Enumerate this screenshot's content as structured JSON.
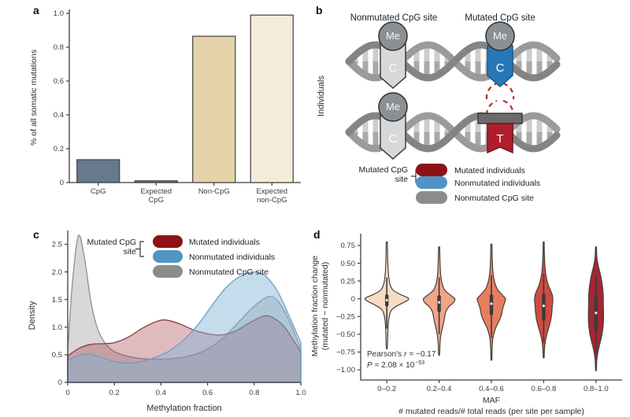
{
  "panels": {
    "a": "a",
    "b": "b",
    "c": "c",
    "d": "d"
  },
  "legend": {
    "bracket_line1": "Mutated CpG",
    "bracket_line2": "site",
    "items": [
      {
        "label": "Mutated individuals",
        "color": "#8e1118"
      },
      {
        "label": "Nonmutated individuals",
        "color": "#4f94c4"
      },
      {
        "label": "Nonmutated CpG site",
        "color": "#8c8c8c"
      }
    ]
  },
  "panel_b": {
    "side_label": "Individuals",
    "nonmutated_title": "Nonmutated CpG site",
    "mutated_title": "Mutated CpG site",
    "me": "Me",
    "c": "C",
    "t": "T",
    "colors": {
      "me_circle": "#8b9095",
      "tag_gray": "#d8d8d8",
      "tag_blue": "#2878b8",
      "t_red": "#b01e2c",
      "cap_gray": "#6b6b6b",
      "dashed_red": "#ad2a32",
      "strand_a": "#9b9b9b",
      "strand_b": "#848484",
      "rung_light": "#cdcdcd",
      "rung_dark": "#a9a9a9"
    }
  },
  "chart_data": [
    {
      "id": "a",
      "type": "bar",
      "ylabel": "% of all somatic mutations",
      "ylim": [
        0,
        1.0
      ],
      "yticks": [
        0,
        0.2,
        0.4,
        0.6,
        0.8,
        1.0
      ],
      "ytick_labels": [
        "0",
        "0.2",
        "0.4",
        "0.6",
        "0.8",
        "1.0"
      ],
      "categories": [
        "CpG",
        "Expected CpG",
        "Non-CpG",
        "Expected non-CpG"
      ],
      "category_label_lines": [
        [
          "CpG"
        ],
        [
          "Expected",
          "CpG"
        ],
        [
          "Non-CpG"
        ],
        [
          "Expected",
          "non-CpG"
        ]
      ],
      "values": [
        0.135,
        0.01,
        0.865,
        0.99
      ],
      "bar_colors": [
        "#68798e",
        "#68798e",
        "#e5d4a9",
        "#f4ecda"
      ],
      "bar_stroke": "#3f3f3f"
    },
    {
      "id": "c",
      "type": "area",
      "xlabel": "Methylation fraction",
      "ylabel": "Density",
      "xlim": [
        0,
        1.0
      ],
      "ylim": [
        0,
        2.75
      ],
      "xticks": [
        0,
        0.2,
        0.4,
        0.6,
        0.8,
        1.0
      ],
      "xtick_labels": [
        "0",
        "0.2",
        "0.4",
        "0.6",
        "0.8",
        "1.0"
      ],
      "yticks": [
        0,
        0.5,
        1.0,
        1.5,
        2.0,
        2.5
      ],
      "ytick_labels": [
        "0",
        "0.5",
        "1.0",
        "1.5",
        "2.0",
        "2.5"
      ],
      "series": [
        {
          "name": "Nonmutated CpG site",
          "stroke": "#8f8f8f",
          "fill": "#a8a8a8",
          "fill_opacity": 0.45,
          "points": [
            [
              0,
              0.55
            ],
            [
              0.02,
              1.8
            ],
            [
              0.045,
              2.65
            ],
            [
              0.07,
              2.3
            ],
            [
              0.1,
              1.45
            ],
            [
              0.13,
              0.95
            ],
            [
              0.17,
              0.66
            ],
            [
              0.22,
              0.52
            ],
            [
              0.3,
              0.44
            ],
            [
              0.4,
              0.42
            ],
            [
              0.5,
              0.46
            ],
            [
              0.58,
              0.56
            ],
            [
              0.66,
              0.78
            ],
            [
              0.74,
              1.12
            ],
            [
              0.8,
              1.38
            ],
            [
              0.86,
              1.55
            ],
            [
              0.9,
              1.48
            ],
            [
              0.95,
              1.12
            ],
            [
              1.0,
              0.6
            ]
          ]
        },
        {
          "name": "Mutated individuals",
          "stroke": "#8c3a42",
          "fill": "#9e2b35",
          "fill_opacity": 0.32,
          "points": [
            [
              0,
              0.48
            ],
            [
              0.05,
              0.62
            ],
            [
              0.1,
              0.69
            ],
            [
              0.15,
              0.7
            ],
            [
              0.2,
              0.72
            ],
            [
              0.26,
              0.82
            ],
            [
              0.32,
              0.98
            ],
            [
              0.38,
              1.1
            ],
            [
              0.42,
              1.13
            ],
            [
              0.48,
              1.06
            ],
            [
              0.54,
              0.95
            ],
            [
              0.6,
              0.88
            ],
            [
              0.66,
              0.86
            ],
            [
              0.72,
              0.93
            ],
            [
              0.78,
              1.08
            ],
            [
              0.84,
              1.2
            ],
            [
              0.88,
              1.17
            ],
            [
              0.93,
              1.0
            ],
            [
              1.0,
              0.55
            ]
          ]
        },
        {
          "name": "Nonmutated individuals",
          "stroke": "#6f9fc2",
          "fill": "#7fb2d6",
          "fill_opacity": 0.45,
          "points": [
            [
              0,
              0.4
            ],
            [
              0.05,
              0.49
            ],
            [
              0.09,
              0.51
            ],
            [
              0.14,
              0.46
            ],
            [
              0.2,
              0.38
            ],
            [
              0.26,
              0.35
            ],
            [
              0.32,
              0.38
            ],
            [
              0.38,
              0.46
            ],
            [
              0.44,
              0.58
            ],
            [
              0.5,
              0.78
            ],
            [
              0.56,
              1.05
            ],
            [
              0.62,
              1.4
            ],
            [
              0.68,
              1.72
            ],
            [
              0.74,
              1.92
            ],
            [
              0.8,
              2.0
            ],
            [
              0.85,
              1.92
            ],
            [
              0.9,
              1.65
            ],
            [
              0.95,
              1.2
            ],
            [
              1.0,
              0.72
            ]
          ]
        }
      ]
    },
    {
      "id": "d",
      "type": "violin",
      "ylabel_line1": "Methylation fraction change",
      "ylabel_line2": "(mutated − nonmutated)",
      "xlabel": "MAF",
      "xlabel2": "# mutated reads/# total reads (per site per sample)",
      "ylim": [
        -1.05,
        0.85
      ],
      "yticks": [
        0.75,
        0.5,
        0.25,
        0,
        -0.25,
        -0.5,
        -0.75,
        -1.0
      ],
      "ytick_labels": [
        "0.75",
        "0.50",
        "0.25",
        "0",
        "−0.25",
        "−0.50",
        "−0.75",
        "−1.00"
      ],
      "categories": [
        "0–0.2",
        "0.2–0.4",
        "0.4–0.6",
        "0.6–0.8",
        "0.8–1.0"
      ],
      "annotation": {
        "prefix": "Pearson's",
        "r": "r",
        "r_rest": "= −0.17",
        "p": "P",
        "p_rest": "= 2.08 × 10",
        "p_exp": "−53"
      },
      "box_color": "#3d3b3a",
      "outline": "#44403c",
      "violins": [
        {
          "color": "#f7dcc3",
          "median": -0.02,
          "box": [
            0.06,
            -0.11
          ],
          "whisker": [
            0.3,
            -0.42
          ],
          "profile": [
            [
              0.8,
              0.01
            ],
            [
              0.58,
              0.016
            ],
            [
              0.42,
              0.024
            ],
            [
              0.3,
              0.038
            ],
            [
              0.2,
              0.062
            ],
            [
              0.12,
              0.12
            ],
            [
              0.06,
              0.26
            ],
            [
              0.01,
              0.41
            ],
            [
              -0.03,
              0.38
            ],
            [
              -0.09,
              0.22
            ],
            [
              -0.15,
              0.1
            ],
            [
              -0.22,
              0.055
            ],
            [
              -0.32,
              0.032
            ],
            [
              -0.45,
              0.02
            ],
            [
              -0.68,
              0.01
            ]
          ]
        },
        {
          "color": "#f1a585",
          "median": -0.05,
          "box": [
            0.05,
            -0.19
          ],
          "whisker": [
            0.3,
            -0.5
          ],
          "profile": [
            [
              0.73,
              0.01
            ],
            [
              0.5,
              0.018
            ],
            [
              0.34,
              0.03
            ],
            [
              0.22,
              0.055
            ],
            [
              0.12,
              0.11
            ],
            [
              0.05,
              0.22
            ],
            [
              0.0,
              0.3
            ],
            [
              -0.05,
              0.28
            ],
            [
              -0.11,
              0.19
            ],
            [
              -0.18,
              0.13
            ],
            [
              -0.26,
              0.105
            ],
            [
              -0.34,
              0.085
            ],
            [
              -0.42,
              0.06
            ],
            [
              -0.52,
              0.032
            ],
            [
              -0.64,
              0.016
            ],
            [
              -0.78,
              0.01
            ]
          ]
        },
        {
          "color": "#e87e60",
          "median": -0.07,
          "box": [
            0.06,
            -0.23
          ],
          "whisker": [
            0.33,
            -0.55
          ],
          "profile": [
            [
              0.77,
              0.01
            ],
            [
              0.52,
              0.018
            ],
            [
              0.36,
              0.032
            ],
            [
              0.24,
              0.06
            ],
            [
              0.14,
              0.11
            ],
            [
              0.06,
              0.2
            ],
            [
              0.0,
              0.27
            ],
            [
              -0.06,
              0.25
            ],
            [
              -0.14,
              0.215
            ],
            [
              -0.22,
              0.195
            ],
            [
              -0.3,
              0.155
            ],
            [
              -0.38,
              0.1
            ],
            [
              -0.47,
              0.055
            ],
            [
              -0.57,
              0.026
            ],
            [
              -0.7,
              0.014
            ],
            [
              -0.85,
              0.009
            ]
          ]
        },
        {
          "color": "#d04b41",
          "median": -0.1,
          "box": [
            0.07,
            -0.31
          ],
          "whisker": [
            0.35,
            -0.62
          ],
          "profile": [
            [
              0.8,
              0.009
            ],
            [
              0.58,
              0.016
            ],
            [
              0.42,
              0.028
            ],
            [
              0.3,
              0.05
            ],
            [
              0.2,
              0.085
            ],
            [
              0.12,
              0.13
            ],
            [
              0.05,
              0.165
            ],
            [
              -0.02,
              0.175
            ],
            [
              -0.1,
              0.165
            ],
            [
              -0.2,
              0.155
            ],
            [
              -0.3,
              0.135
            ],
            [
              -0.4,
              0.1
            ],
            [
              -0.5,
              0.062
            ],
            [
              -0.6,
              0.032
            ],
            [
              -0.7,
              0.016
            ],
            [
              -0.82,
              0.009
            ]
          ]
        },
        {
          "color": "#a32733",
          "median": -0.2,
          "box": [
            0.04,
            -0.46
          ],
          "whisker": [
            0.32,
            -0.8
          ],
          "profile": [
            [
              0.73,
              0.009
            ],
            [
              0.58,
              0.018
            ],
            [
              0.46,
              0.045
            ],
            [
              0.34,
              0.085
            ],
            [
              0.22,
              0.115
            ],
            [
              0.1,
              0.135
            ],
            [
              0.0,
              0.14
            ],
            [
              -0.12,
              0.142
            ],
            [
              -0.24,
              0.145
            ],
            [
              -0.36,
              0.14
            ],
            [
              -0.48,
              0.12
            ],
            [
              -0.58,
              0.092
            ],
            [
              -0.68,
              0.058
            ],
            [
              -0.78,
              0.03
            ],
            [
              -0.88,
              0.014
            ],
            [
              -1.0,
              0.008
            ]
          ]
        }
      ]
    }
  ]
}
